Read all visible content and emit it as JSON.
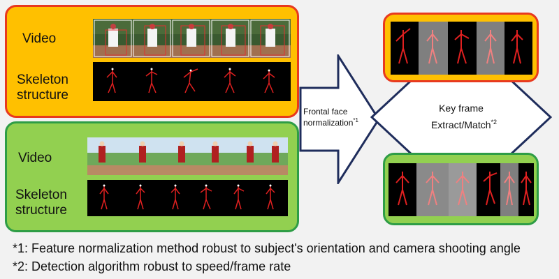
{
  "top_panel": {
    "video_label": "Video",
    "skeleton_label_line1": "Skeleton",
    "skeleton_label_line2": "structure"
  },
  "bottom_panel": {
    "video_label": "Video",
    "skeleton_label_line1": "Skeleton",
    "skeleton_label_line2": "structure"
  },
  "arrow_right": {
    "line1": "Frontal face",
    "line2": "normalization",
    "mark": "*1"
  },
  "arrow_double": {
    "line1": "Key frame",
    "line2": "Extract/Match",
    "mark": "*2"
  },
  "footnotes": [
    "*1: Feature normalization method robust to subject's orientation and camera shooting angle",
    "*2: Detection algorithm robust to speed/frame rate"
  ],
  "colors": {
    "orange_panel": "#ffc000",
    "green_panel": "#92d050",
    "red_border": "#e8391e",
    "green_border": "#2e9d46",
    "arrow_stroke": "#1f2d5c"
  }
}
